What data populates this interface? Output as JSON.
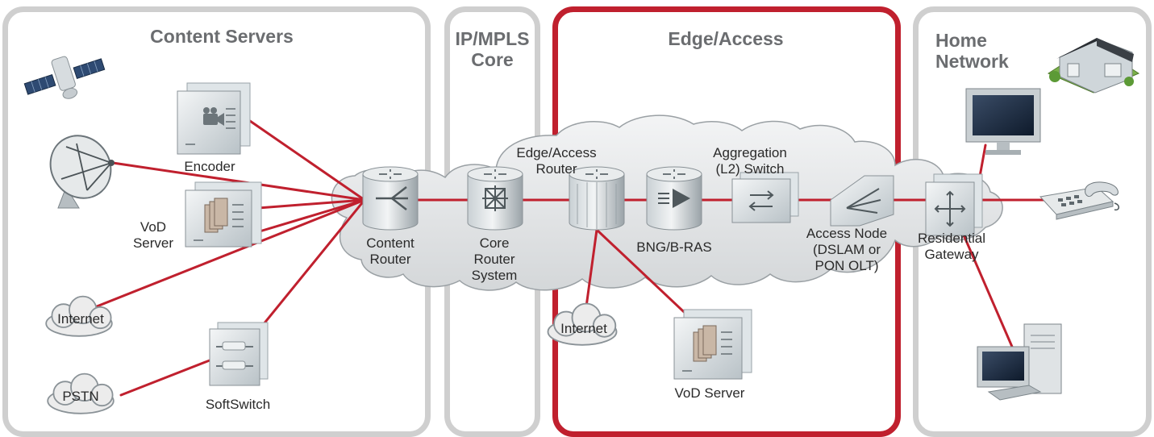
{
  "panels": {
    "content_servers": "Content Servers",
    "ip_mpls_core": "IP/MPLS\nCore",
    "edge_access": "Edge/Access",
    "home_network": "Home\nNetwork"
  },
  "labels": {
    "encoder": "Encoder",
    "vod_server_left": "VoD\nServer",
    "content_router": "Content\nRouter",
    "core_router": "Core\nRouter\nSystem",
    "edge_router": "Edge/Access\nRouter",
    "bng": "BNG/B-RAS",
    "aggregation": "Aggregation\n(L2) Switch",
    "access_node": "Access Node\n(DSLAM or\nPON OLT)",
    "residential_gateway": "Residential\nGateway",
    "internet_left": "Internet",
    "pstn": "PSTN",
    "softswitch": "SoftSwitch",
    "internet_edge": "Internet",
    "vod_server_edge": "VoD Server"
  },
  "icons": [
    "satellite-icon",
    "satellite-dish-icon",
    "encoder-icon",
    "vod-server-icon",
    "content-router-icon",
    "core-router-icon",
    "edge-router-icon",
    "bng-icon",
    "switch-icon",
    "access-node-icon",
    "residential-gateway-icon",
    "house-icon",
    "monitor-icon",
    "phone-icon",
    "desktop-computer-icon",
    "softswitch-icon",
    "cloud-icon"
  ],
  "colors": {
    "link": "#c0202e",
    "edge_border": "#c0202e",
    "panel_border": "#cfcfcf",
    "title": "#6b6d70"
  }
}
